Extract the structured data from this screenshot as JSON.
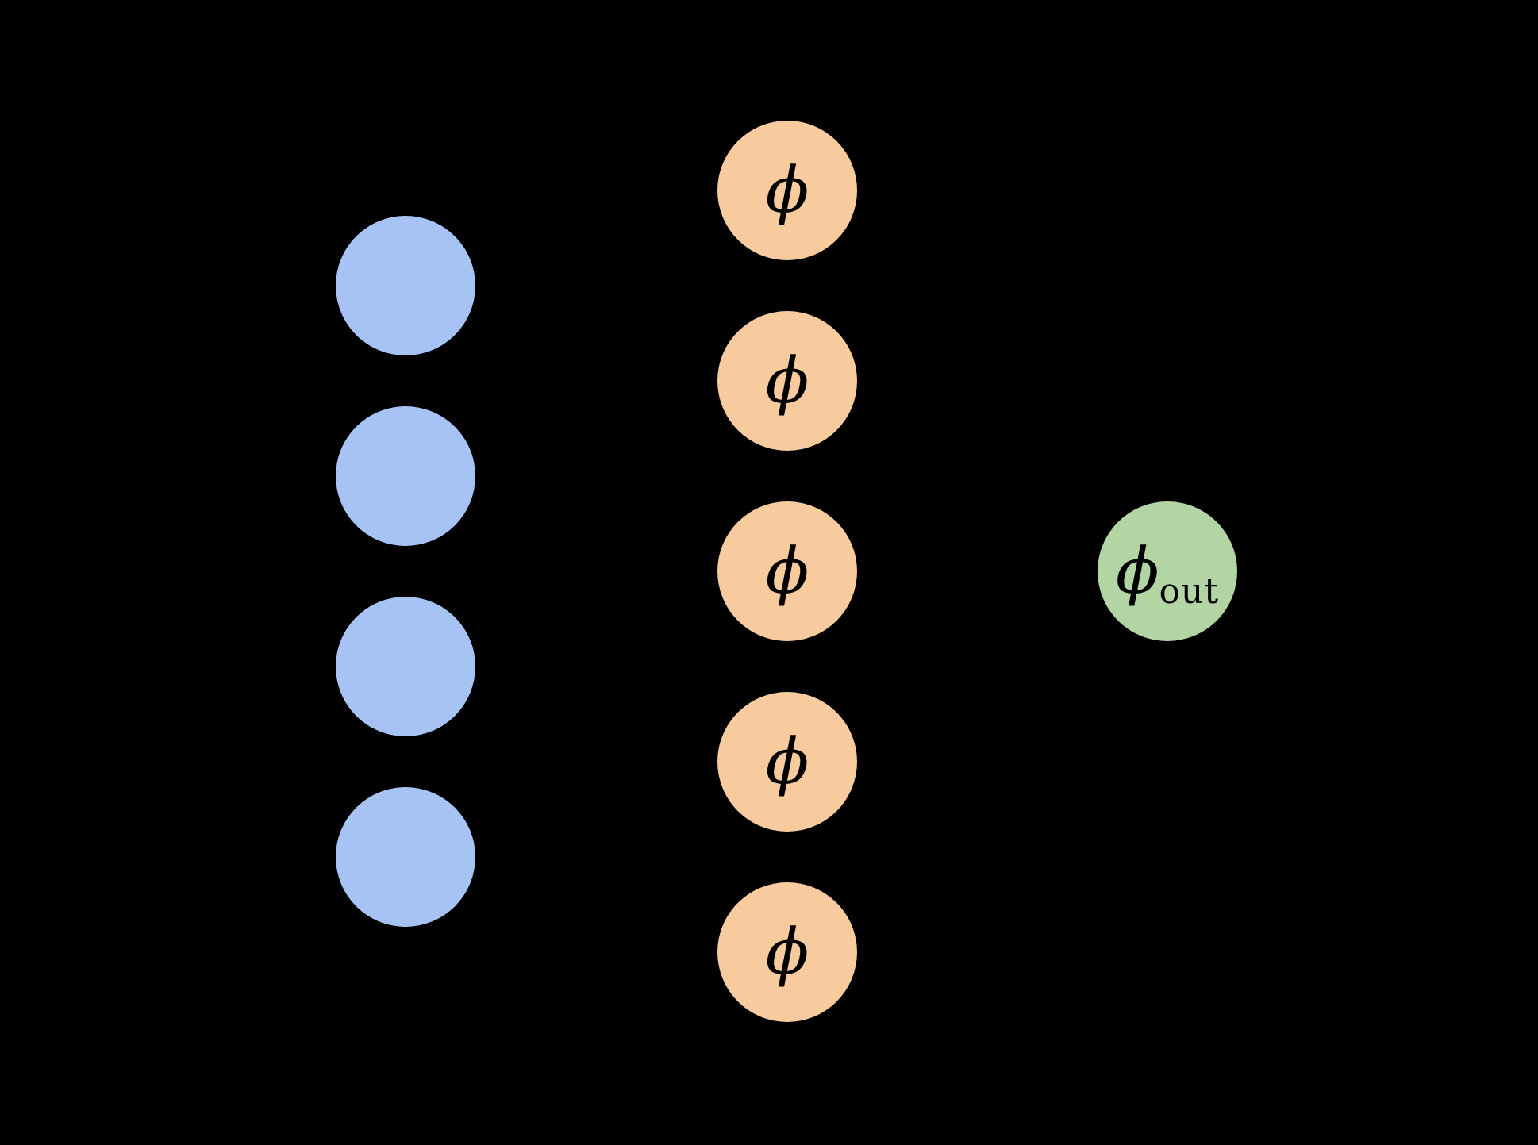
{
  "diagram": {
    "type": "neural-network",
    "background_color": "#000000",
    "label_text_color": "#000000",
    "layers": [
      {
        "id": "input-layer",
        "node_color": "#A6C3F3",
        "node_count": 4,
        "node_label": ""
      },
      {
        "id": "hidden-layer",
        "node_color": "#F8CB9E",
        "node_count": 5,
        "node_label": "ϕ"
      },
      {
        "id": "output-layer",
        "node_color": "#B2D5A3",
        "node_count": 1,
        "node_label": "ϕ",
        "node_sublabel": "out"
      }
    ]
  }
}
